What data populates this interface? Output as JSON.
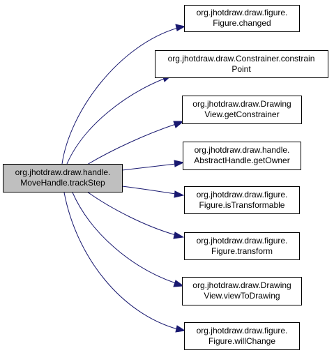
{
  "colors": {
    "edge": "#191970",
    "source_fill": "#bfbfbf",
    "node_fill": "#ffffff",
    "border": "#000000"
  },
  "source": {
    "line1": "org.jhotdraw.draw.handle.",
    "line2": "MoveHandle.trackStep"
  },
  "targets": [
    {
      "line1": "org.jhotdraw.draw.figure.",
      "line2": "Figure.changed"
    },
    {
      "line1": "org.jhotdraw.draw.Constrainer.constrain",
      "line2": "Point"
    },
    {
      "line1": "org.jhotdraw.draw.Drawing",
      "line2": "View.getConstrainer"
    },
    {
      "line1": "org.jhotdraw.draw.handle.",
      "line2": "AbstractHandle.getOwner"
    },
    {
      "line1": "org.jhotdraw.draw.figure.",
      "line2": "Figure.isTransformable"
    },
    {
      "line1": "org.jhotdraw.draw.figure.",
      "line2": "Figure.transform"
    },
    {
      "line1": "org.jhotdraw.draw.Drawing",
      "line2": "View.viewToDrawing"
    },
    {
      "line1": "org.jhotdraw.draw.figure.",
      "line2": "Figure.willChange"
    }
  ]
}
